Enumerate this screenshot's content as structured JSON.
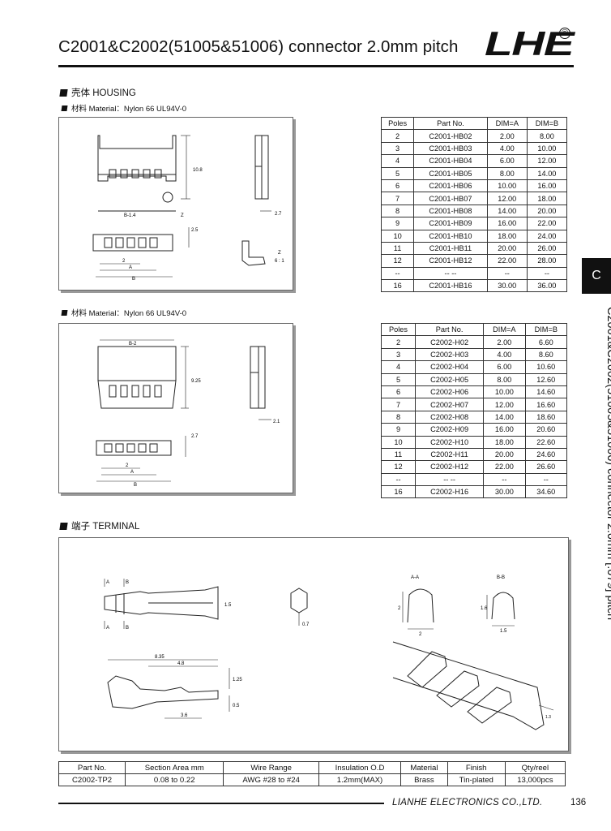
{
  "header": {
    "title": "C2001&C2002(51005&51006) connector 2.0mm pitch",
    "logo": "LHE",
    "registered_mark": "®"
  },
  "housing": {
    "heading": "壳体 HOUSING",
    "material_1": "材料 Material：Nylon 66 UL94V-0",
    "material_2": "材料 Material：Nylon 66 UL94V-0",
    "drawing1_labels": {
      "b14": "B-1.4",
      "z1": "Z",
      "h108": "10.8",
      "d27": "2.7",
      "h25": "2.5",
      "p2": "2",
      "a": "A",
      "b": "B",
      "z2": "Z",
      "scale": "6 : 1"
    },
    "drawing2_labels": {
      "b2": "B-2",
      "h925": "9.25",
      "d21": "2.1",
      "h27": "2.7",
      "p2": "2",
      "a": "A",
      "b": "B"
    }
  },
  "table1": {
    "headers": [
      "Poles",
      "Part No.",
      "DIM=A",
      "DIM=B"
    ],
    "rows": [
      [
        "2",
        "C2001-HB02",
        "2.00",
        "8.00"
      ],
      [
        "3",
        "C2001-HB03",
        "4.00",
        "10.00"
      ],
      [
        "4",
        "C2001-HB04",
        "6.00",
        "12.00"
      ],
      [
        "5",
        "C2001-HB05",
        "8.00",
        "14.00"
      ],
      [
        "6",
        "C2001-HB06",
        "10.00",
        "16.00"
      ],
      [
        "7",
        "C2001-HB07",
        "12.00",
        "18.00"
      ],
      [
        "8",
        "C2001-HB08",
        "14.00",
        "20.00"
      ],
      [
        "9",
        "C2001-HB09",
        "16.00",
        "22.00"
      ],
      [
        "10",
        "C2001-HB10",
        "18.00",
        "24.00"
      ],
      [
        "11",
        "C2001-HB11",
        "20.00",
        "26.00"
      ],
      [
        "12",
        "C2001-HB12",
        "22.00",
        "28.00"
      ],
      [
        "--",
        "-- --",
        "--",
        "--"
      ],
      [
        "16",
        "C2001-HB16",
        "30.00",
        "36.00"
      ]
    ]
  },
  "table2": {
    "headers": [
      "Poles",
      "Part No.",
      "DIM=A",
      "DIM=B"
    ],
    "rows": [
      [
        "2",
        "C2002-H02",
        "2.00",
        "6.60"
      ],
      [
        "3",
        "C2002-H03",
        "4.00",
        "8.60"
      ],
      [
        "4",
        "C2002-H04",
        "6.00",
        "10.60"
      ],
      [
        "5",
        "C2002-H05",
        "8.00",
        "12.60"
      ],
      [
        "6",
        "C2002-H06",
        "10.00",
        "14.60"
      ],
      [
        "7",
        "C2002-H07",
        "12.00",
        "16.60"
      ],
      [
        "8",
        "C2002-H08",
        "14.00",
        "18.60"
      ],
      [
        "9",
        "C2002-H09",
        "16.00",
        "20.60"
      ],
      [
        "10",
        "C2002-H10",
        "18.00",
        "22.60"
      ],
      [
        "11",
        "C2002-H11",
        "20.00",
        "24.60"
      ],
      [
        "12",
        "C2002-H12",
        "22.00",
        "26.60"
      ],
      [
        "--",
        "-- --",
        "--",
        "--"
      ],
      [
        "16",
        "C2002-H16",
        "30.00",
        "34.60"
      ]
    ]
  },
  "terminal": {
    "heading": "端子 TERMINAL",
    "labels": {
      "a1": "A",
      "b1": "B",
      "a2": "A",
      "b2": "B",
      "h15": "1.5",
      "d07": "0.7",
      "sec_aa": "A-A",
      "sec_bb": "B-B",
      "aa2v": "2",
      "aa2h": "2",
      "bb16": "1.6",
      "bb15": "1.5",
      "l835": "8.35",
      "l48": "4.8",
      "l36": "3.6",
      "h125": "1.25",
      "h05": "0.5",
      "strip": "1.3"
    }
  },
  "spec_table": {
    "headers": [
      "Part No.",
      "Section Area mm",
      "Wire Range",
      "Insulation O.D",
      "Material",
      "Finish",
      "Qty/reel"
    ],
    "row": [
      "C2002-TP2",
      "0.08 to 0.22",
      "AWG #28 to #24",
      "1.2mm(MAX)",
      "Brass",
      "Tin-plated",
      "13,000pcs"
    ]
  },
  "side_tab": {
    "letter": "C",
    "text": "C2001&C2002(51005&51006) connector 2.0mm [.079] pitch"
  },
  "footer": {
    "company": "LIANHE ELECTRONICS CO.,LTD.",
    "page_number": "136"
  }
}
